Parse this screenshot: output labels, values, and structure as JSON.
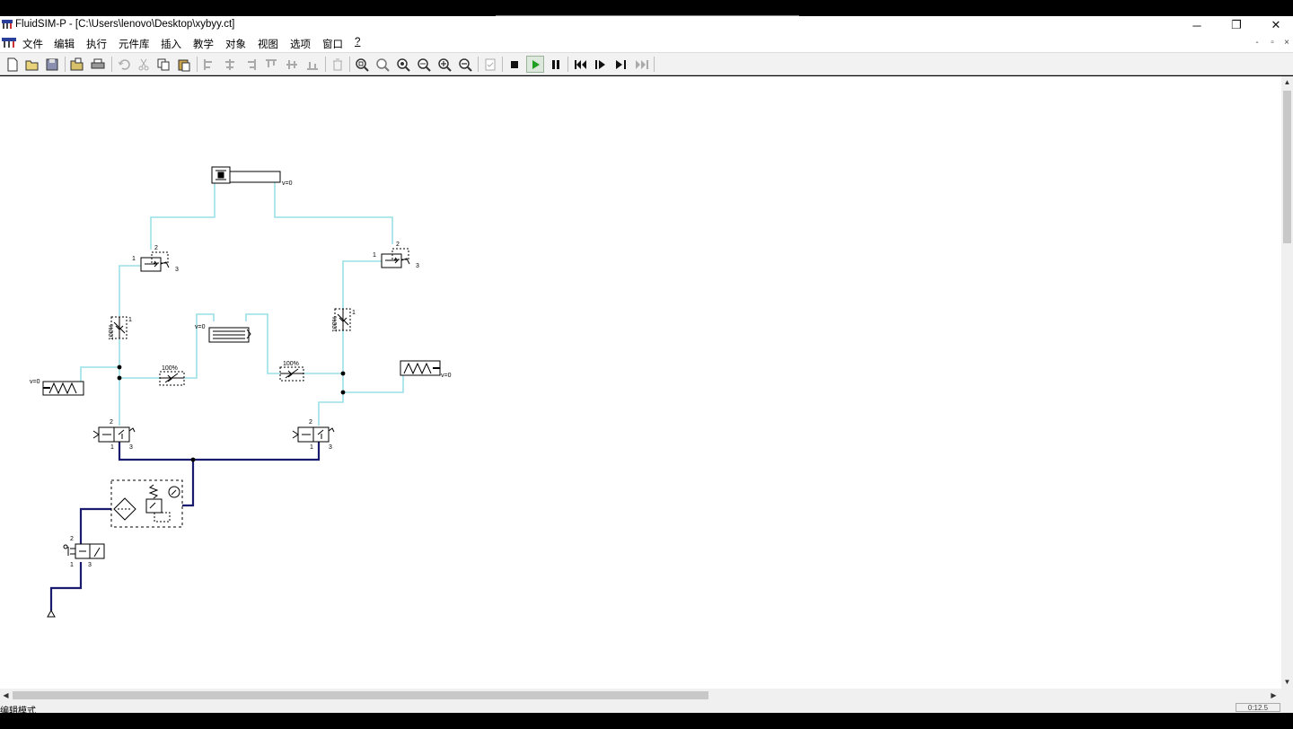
{
  "window": {
    "title": "FluidSIM-P - [C:\\Users\\lenovo\\Desktop\\xybyy.ct]",
    "minimize_glyph": "─",
    "maximize_glyph": "❐",
    "close_glyph": "✕"
  },
  "menu": {
    "items": [
      "文件",
      "编辑",
      "执行",
      "元件库",
      "插入",
      "教学",
      "对象",
      "视图",
      "选项",
      "窗口",
      "?"
    ],
    "mdi_minimize": "-",
    "mdi_restore": "▫",
    "mdi_close": "×"
  },
  "toolbar": {
    "buttons": [
      "new-icon",
      "open-icon",
      "save-icon",
      "open-example-icon",
      "print-icon",
      "undo-icon",
      "cut-icon",
      "copy-icon",
      "paste-icon",
      "align-left-icon",
      "align-center-icon",
      "align-right-icon",
      "align-top-icon",
      "align-middle-icon",
      "align-bottom-icon",
      "delete-icon",
      "zoom-fit-icon",
      "zoom-window-icon",
      "zoom-all-icon",
      "zoom-selection-icon",
      "zoom-in-icon",
      "zoom-out-icon",
      "check-icon",
      "stop-icon",
      "play-icon",
      "pause-icon",
      "rewind-icon",
      "step-icon",
      "step-next-icon",
      "fast-forward-icon"
    ],
    "active_color": "#1f9e1f"
  },
  "diagram": {
    "colors": {
      "idle_line": "#99e0e6",
      "pressure_line": "#1a1a6e",
      "component": "#000000"
    },
    "labels": {
      "port_1": "1",
      "port_2": "2",
      "port_3": "3",
      "pct_100": "100%",
      "v0": "v=0"
    }
  },
  "status": {
    "mode": "编辑模式",
    "zoom": "0:12.5"
  }
}
